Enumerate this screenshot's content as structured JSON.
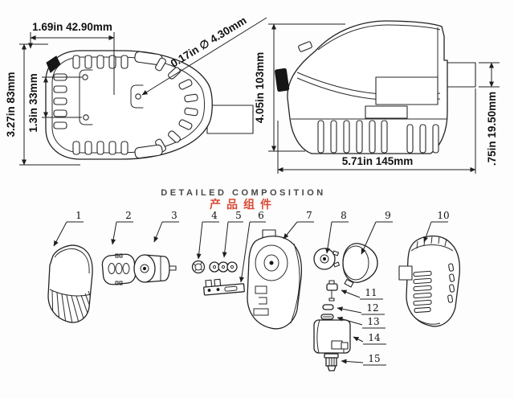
{
  "drawing": {
    "top_view": {
      "width_label": "1.69in 42.90mm",
      "hole_label": "0.17in ∅ 4.30mm",
      "height_label": "3.27in 83mm",
      "hole_spacing_label": "1.3in 33mm"
    },
    "side_view": {
      "height_label": "4.05in 103mm",
      "length_label": "5.71in 145mm",
      "outlet_label": ".75in 19.50mm"
    }
  },
  "composition": {
    "heading_en": "DETAILED COMPOSITION",
    "heading_zh": "产品组件",
    "heading_zh_color": "#d84b35",
    "callouts": [
      "1",
      "2",
      "3",
      "4",
      "5",
      "6",
      "7",
      "8",
      "9",
      "10",
      "11",
      "12",
      "13",
      "14",
      "15"
    ]
  }
}
